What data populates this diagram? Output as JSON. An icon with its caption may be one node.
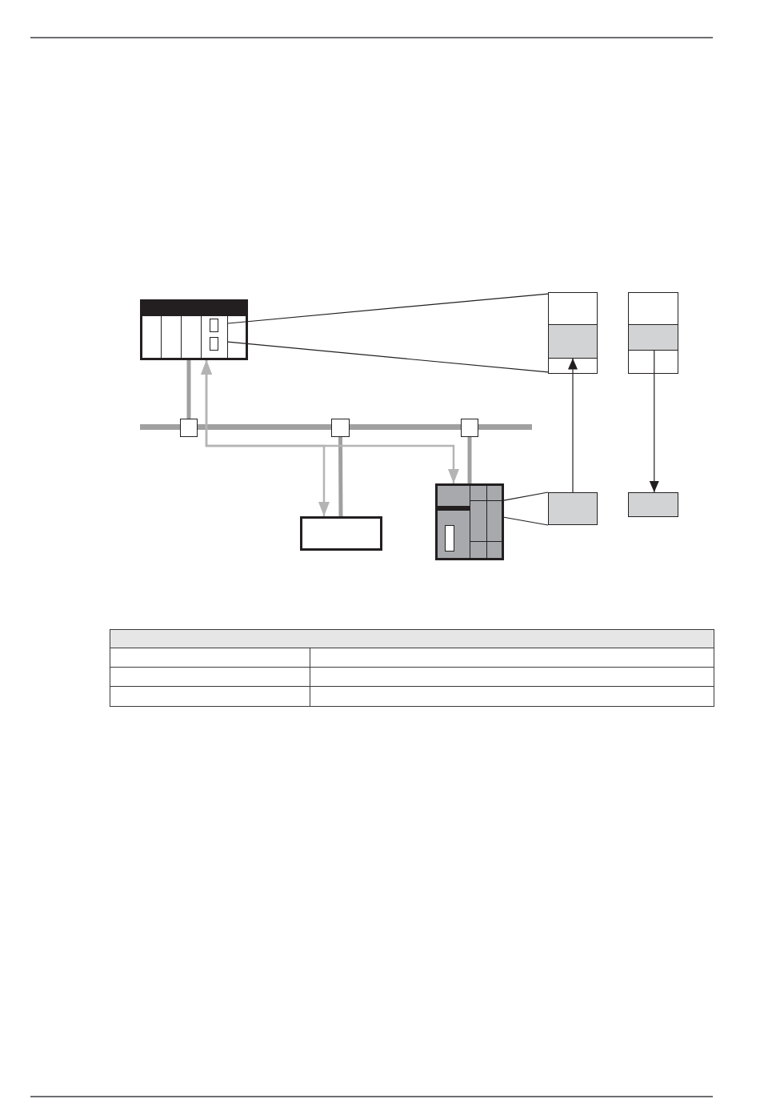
{
  "diagram": {
    "nodes": [
      {
        "text": [],
        "shape": "box"
      },
      {
        "text": [],
        "shape": "box"
      },
      {
        "text": [],
        "shape": "box"
      },
      {
        "text": [],
        "shape": "bar"
      },
      {
        "text": [],
        "shape": "box"
      },
      {
        "text": [],
        "shape": "box"
      },
      {
        "text": [],
        "shape": "box"
      },
      {
        "text": [],
        "shape": "box"
      },
      {
        "text": [],
        "shape": "box"
      },
      {
        "text": [],
        "shape": "box"
      },
      {
        "text": [],
        "shape": "box"
      }
    ],
    "edges": [
      {
        "from": 0,
        "to": 1,
        "arrow": "none"
      },
      {
        "from": 0,
        "to": 1,
        "arrow": "none"
      },
      {
        "from": 0,
        "to": 4,
        "arrow": "none",
        "style": "thick",
        "color": "#a0a0a0"
      },
      {
        "from": 5,
        "to": 10,
        "arrow": "none",
        "style": "thick",
        "color": "#a0a0a0"
      },
      {
        "from": 6,
        "to": 7,
        "arrow": "none",
        "style": "thick",
        "color": "#a0a0a0"
      },
      {
        "from": 0,
        "to": 10,
        "arrow": "both",
        "color": "#b4b4b4"
      },
      {
        "from": 0,
        "to": 7,
        "arrow": "both",
        "color": "#b4b4b4"
      },
      {
        "from": 7,
        "to": 8,
        "arrow": "none"
      },
      {
        "from": 7,
        "to": 8,
        "arrow": "none"
      },
      {
        "from": 8,
        "to": 1,
        "arrow": "to"
      },
      {
        "from": 2,
        "to": 9,
        "arrow": "to"
      }
    ]
  }
}
